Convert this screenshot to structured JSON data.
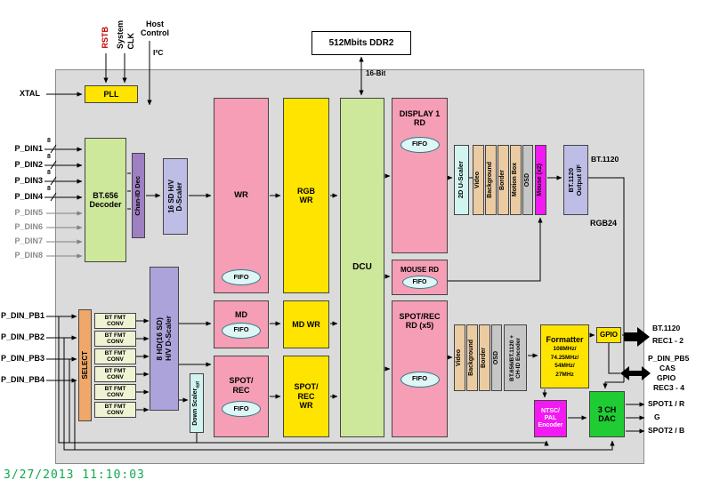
{
  "chip": {
    "timestamp": "3/27/2013 11:10:03"
  },
  "colors": {
    "block_pink": "#F59EB6",
    "block_yellow": "#FFE400",
    "block_green": "#CDE79B",
    "block_purple": "#9E7FC1",
    "block_periwinkle": "#BDBDE6",
    "block_cyan": "#D2F4F1",
    "block_tan": "#EACBA2",
    "block_gray": "#C6C6C6",
    "block_magenta": "#F319F3",
    "block_orange": "#F0A868",
    "block_dac_green": "#1FCC33",
    "block_cream": "#EFF3D4",
    "timestamp_green": "#0EA94E",
    "rstb_red": "#C00000"
  },
  "top": {
    "rstb": "RSTB",
    "system_clk": [
      "System",
      "CLK"
    ],
    "host_control": "Host Control",
    "i2c": "I²C",
    "ddr2": "512Mbits DDR2",
    "bus_width": "16-Bit"
  },
  "left": {
    "xtal": "XTAL",
    "pll": "PLL",
    "bus8": "8",
    "p_din": [
      "P_DIN1",
      "P_DIN2",
      "P_DIN3",
      "P_DIN4"
    ],
    "p_din_opt": [
      "P_DIN5",
      "P_DIN6",
      "P_DIN7",
      "P_DIN8"
    ],
    "bt656_decoder": "BT.656 Decoder",
    "chan_id_dec": "Chan-ID Dec",
    "sd_scaler": [
      "16 SD H/V",
      "D-Scaler"
    ],
    "p_din_pb": [
      "P_DIN_PB1",
      "P_DIN_PB2",
      "P_DIN_PB3",
      "P_DIN_PB4"
    ],
    "select": "SELECT",
    "bt_fmt_conv": "BT FMT CONV",
    "hd_scaler": [
      "8 HD(16 SD)",
      "H/V D-Scaler"
    ],
    "down_scaler": "Down Scaler",
    "down_scaler_sub": "opt"
  },
  "core": {
    "wr": "WR",
    "rgb_wr": "RGB WR",
    "md": "MD",
    "md_wr": "MD WR",
    "spot_rec": "SPOT/ REC",
    "spot_rec_wr": "SPOT/ REC WR",
    "dcu": "DCU",
    "fifo": "FIFO",
    "display1_rd": "DISPLAY 1 RD",
    "mouse_rd": "MOUSE RD",
    "spot_rec_rd": "SPOT/REC RD (x5)"
  },
  "display_path": {
    "u_scaler": "2D U-Scaler",
    "layers": [
      "Video",
      "Background",
      "Border",
      "Motion Box",
      "OSD",
      "Mouse (x2)"
    ],
    "bt1120_out": [
      "BT.1120",
      "Output I/F"
    ],
    "bt1120_label": "BT.1120",
    "rgb24": "RGB24"
  },
  "rec_path": {
    "layers": [
      "Video",
      "Background",
      "Border",
      "OSD"
    ],
    "encoder": [
      "BT.656/BT.1120 +",
      "CH-ID Encoder"
    ],
    "formatter": "Formatter",
    "freqs": [
      "108MHz/",
      "74.25MHz/",
      "54MHz/",
      "27MHz"
    ],
    "gpio": "GPIO",
    "ntsc_pal": "NTSC/ PAL Encoder",
    "dac": "3 CH DAC"
  },
  "outputs": {
    "bt1120": "BT.1120",
    "rec12": "REC1 - 2",
    "pb5": "P_DIN_PB5",
    "cas": "CAS",
    "gpio": "GPIO",
    "rec34": "REC3 - 4",
    "spot1_r": "SPOT1 / R",
    "g": "G",
    "spot2_b": "SPOT2 / B"
  }
}
